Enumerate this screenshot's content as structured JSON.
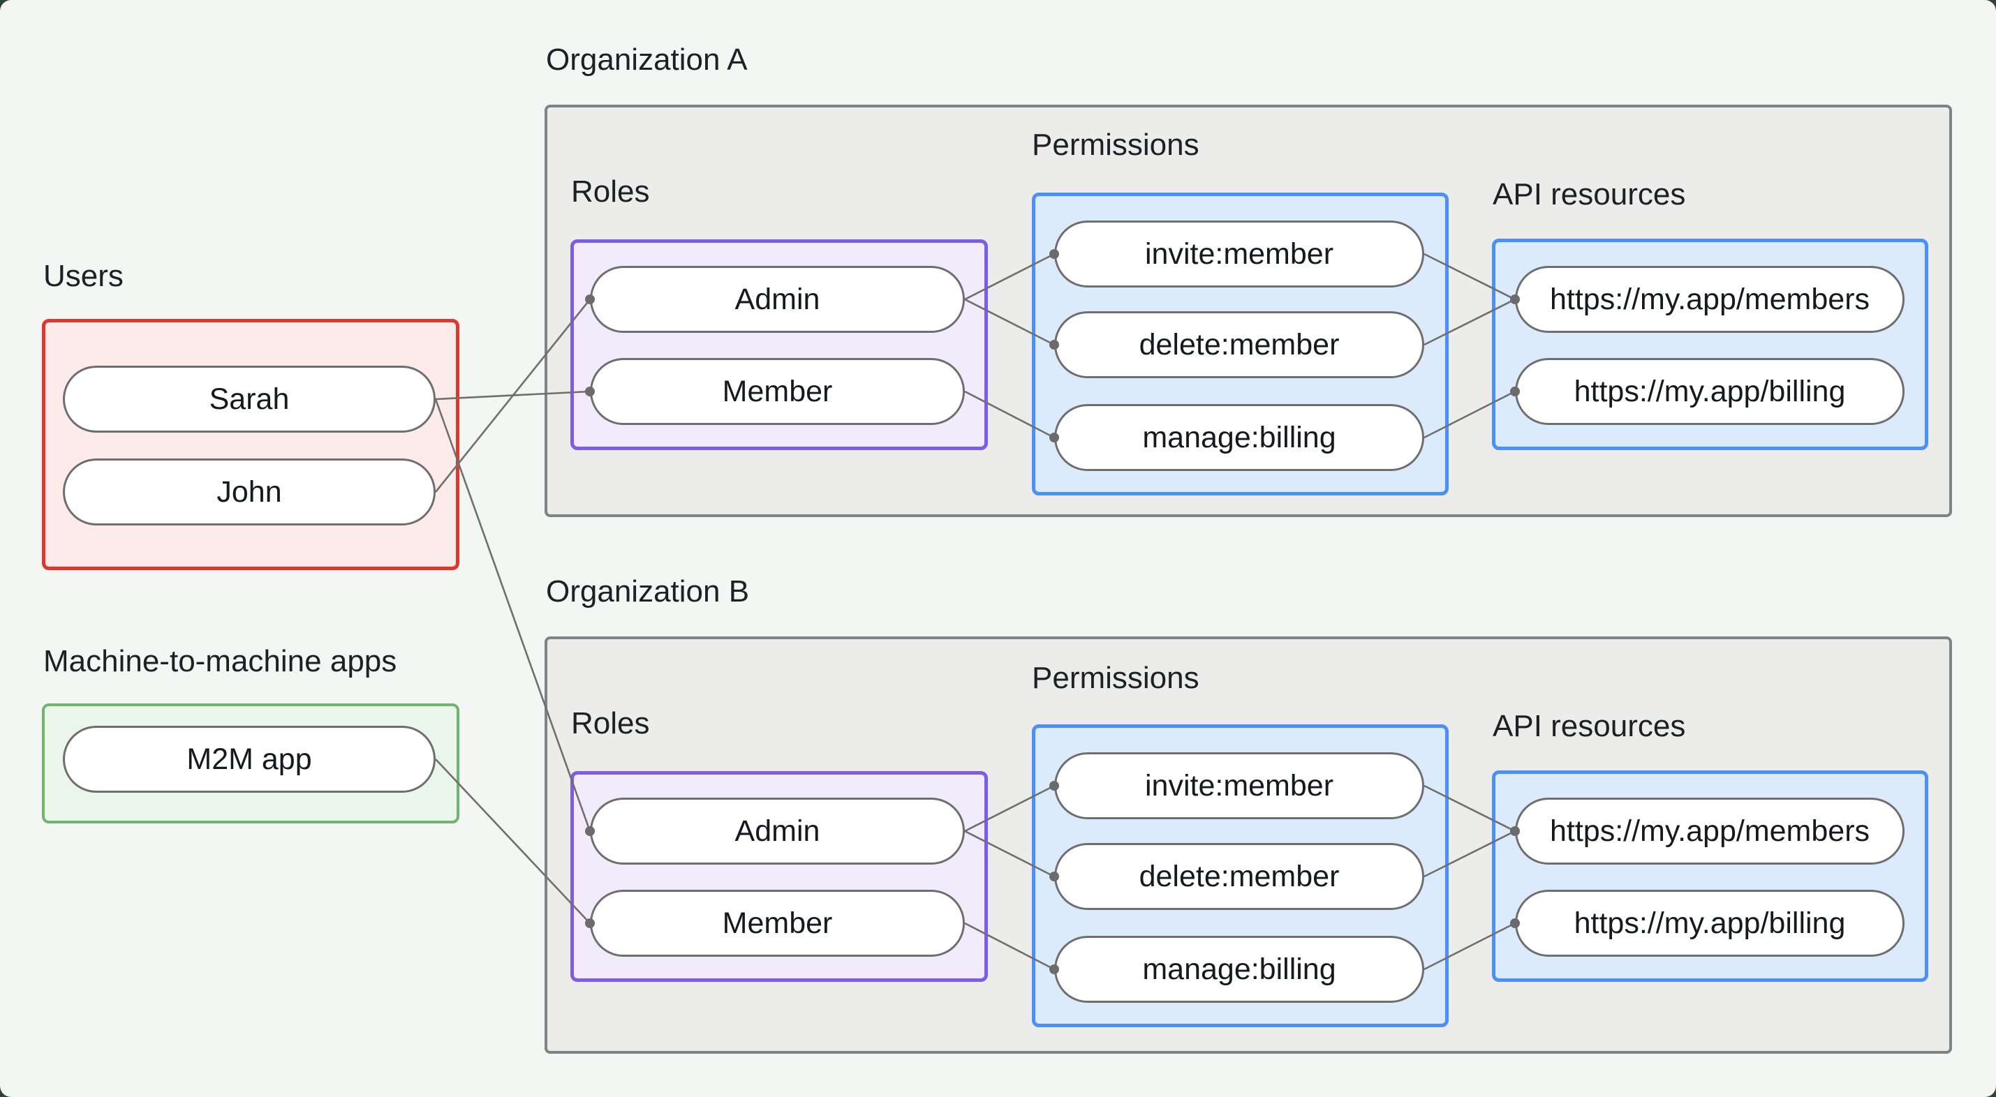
{
  "canvas": {
    "background": "#f4f6f3",
    "frame_color": "#2e4237"
  },
  "style": {
    "edge_color": "#6f6f6f",
    "dot_color": "#6b6b6b",
    "org_fill": "#ececeb",
    "org_border": "#7e8486",
    "users_border": "#dc392e",
    "m2m_border": "#6fb471",
    "roles_border": "#7d5ce8",
    "blue_border": "#4b90f6"
  },
  "users_group": {
    "label": "Users",
    "items": [
      {
        "id": "sarah",
        "label": "Sarah"
      },
      {
        "id": "john",
        "label": "John"
      }
    ]
  },
  "m2m_group": {
    "label": "Machine-to-machine apps",
    "items": [
      {
        "id": "m2m_app",
        "label": "M2M app"
      }
    ]
  },
  "org_a": {
    "title": "Organization A",
    "roles": {
      "label": "Roles",
      "items": [
        {
          "id": "admin_a",
          "label": "Admin"
        },
        {
          "id": "member_a",
          "label": "Member"
        }
      ]
    },
    "permissions": {
      "label": "Permissions",
      "items": [
        {
          "id": "invite_a",
          "label": "invite:member"
        },
        {
          "id": "delete_a",
          "label": "delete:member"
        },
        {
          "id": "manage_a",
          "label": "manage:billing"
        }
      ]
    },
    "api": {
      "label": "API resources",
      "items": [
        {
          "id": "members_a",
          "label": "https://my.app/members"
        },
        {
          "id": "billing_a",
          "label": "https://my.app/billing"
        }
      ]
    }
  },
  "org_b": {
    "title": "Organization B",
    "roles": {
      "label": "Roles",
      "items": [
        {
          "id": "admin_b",
          "label": "Admin"
        },
        {
          "id": "member_b",
          "label": "Member"
        }
      ]
    },
    "permissions": {
      "label": "Permissions",
      "items": [
        {
          "id": "invite_b",
          "label": "invite:member"
        },
        {
          "id": "delete_b",
          "label": "delete:member"
        },
        {
          "id": "manage_b",
          "label": "manage:billing"
        }
      ]
    },
    "api": {
      "label": "API resources",
      "items": [
        {
          "id": "members_b",
          "label": "https://my.app/members"
        },
        {
          "id": "billing_b",
          "label": "https://my.app/billing"
        }
      ]
    }
  },
  "edges": [
    {
      "from": "sarah",
      "to": "member_a"
    },
    {
      "from": "john",
      "to": "admin_a"
    },
    {
      "from": "sarah",
      "to": "admin_b"
    },
    {
      "from": "m2m_app",
      "to": "member_b"
    },
    {
      "from": "admin_a",
      "to": "invite_a"
    },
    {
      "from": "admin_a",
      "to": "delete_a"
    },
    {
      "from": "member_a",
      "to": "manage_a"
    },
    {
      "from": "invite_a",
      "to": "members_a"
    },
    {
      "from": "delete_a",
      "to": "members_a"
    },
    {
      "from": "manage_a",
      "to": "billing_a"
    },
    {
      "from": "admin_b",
      "to": "invite_b"
    },
    {
      "from": "admin_b",
      "to": "delete_b"
    },
    {
      "from": "member_b",
      "to": "manage_b"
    },
    {
      "from": "invite_b",
      "to": "members_b"
    },
    {
      "from": "delete_b",
      "to": "members_b"
    },
    {
      "from": "manage_b",
      "to": "billing_b"
    }
  ]
}
